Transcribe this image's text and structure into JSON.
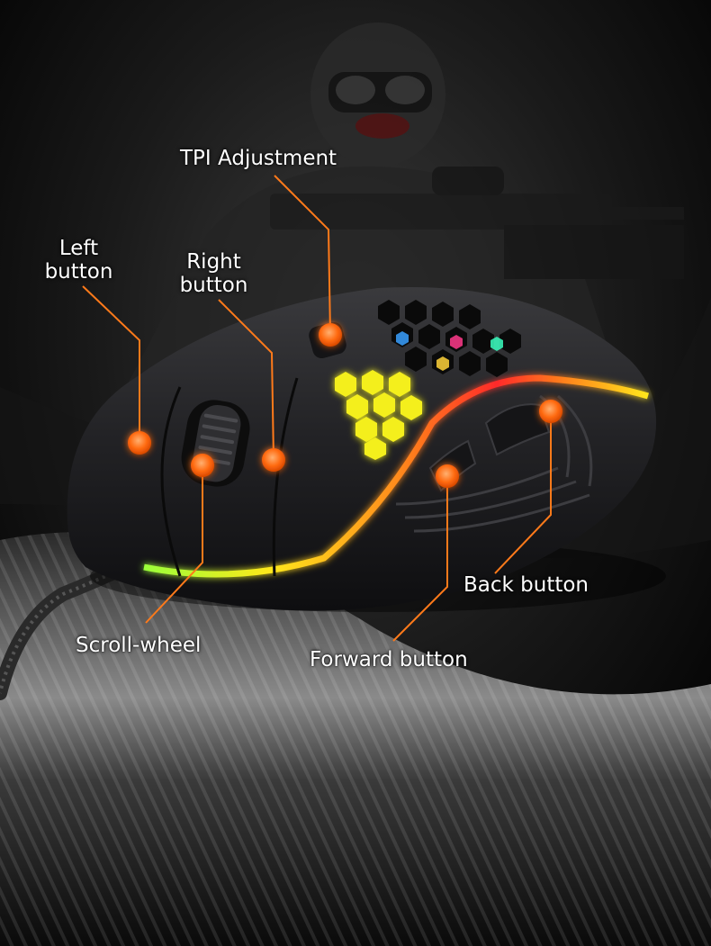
{
  "colors": {
    "accent": "#ff6a10",
    "leader_line": "#ff7a1a",
    "mouse_body": "#1b1b1d",
    "hex_glow": "#f4ef1e",
    "rgb_strip": [
      "#ff2a2a",
      "#ff8c1a",
      "#ffe81a",
      "#9aff3a"
    ]
  },
  "labels": {
    "tpi": "TPI Adjustment",
    "left_line1": "Left",
    "left_line2": "button",
    "right_line1": "Right",
    "right_line2": "button",
    "scroll": "Scroll-wheel",
    "back": "Back button",
    "forward": "Forward button"
  },
  "icons": {
    "marker": "orange-dot-marker",
    "mouse": "honeycomb-gaming-mouse",
    "background": "soldier-silhouette"
  }
}
